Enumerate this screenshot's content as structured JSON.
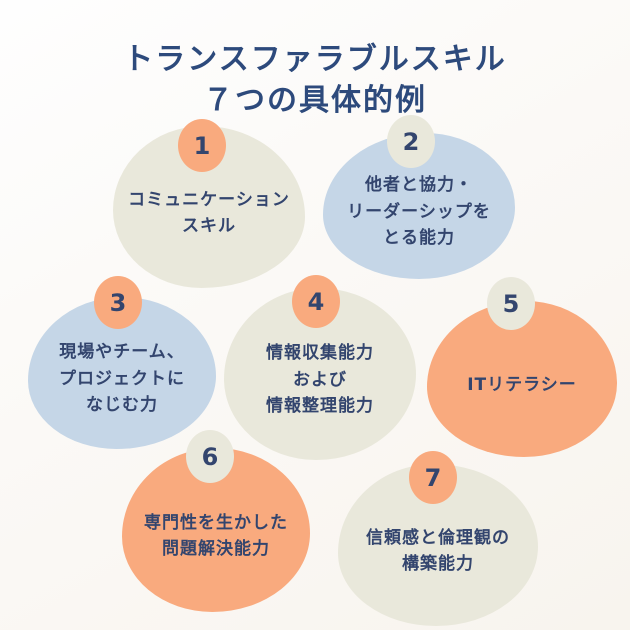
{
  "title": {
    "line1": "トランスファラブルスキル",
    "line2": "７つの具体的例"
  },
  "bubbles": [
    {
      "number": "1",
      "label": "コミュニケーション\nスキル",
      "fill": "beige",
      "badge_fill": "orange"
    },
    {
      "number": "2",
      "label": "他者と協力・\nリーダーシップを\nとる能力",
      "fill": "blue",
      "badge_fill": "beige"
    },
    {
      "number": "3",
      "label": "現場やチーム、\nプロジェクトに\nなじむ力",
      "fill": "blue",
      "badge_fill": "orange"
    },
    {
      "number": "4",
      "label": "情報収集能力\nおよび\n情報整理能力",
      "fill": "beige",
      "badge_fill": "orange"
    },
    {
      "number": "5",
      "label": "ITリテラシー",
      "fill": "orange",
      "badge_fill": "beige"
    },
    {
      "number": "6",
      "label": "専門性を生かした\n問題解決能力",
      "fill": "orange",
      "badge_fill": "beige"
    },
    {
      "number": "7",
      "label": "信頼感と倫理観の\n構築能力",
      "fill": "beige",
      "badge_fill": "orange"
    }
  ],
  "colors": {
    "background": "#faf8f5",
    "beige": "#e9e8db",
    "blue": "#c5d6e7",
    "orange": "#f9aa7e",
    "navy-text": "#33456e",
    "title-navy": "#2d4a7c"
  }
}
